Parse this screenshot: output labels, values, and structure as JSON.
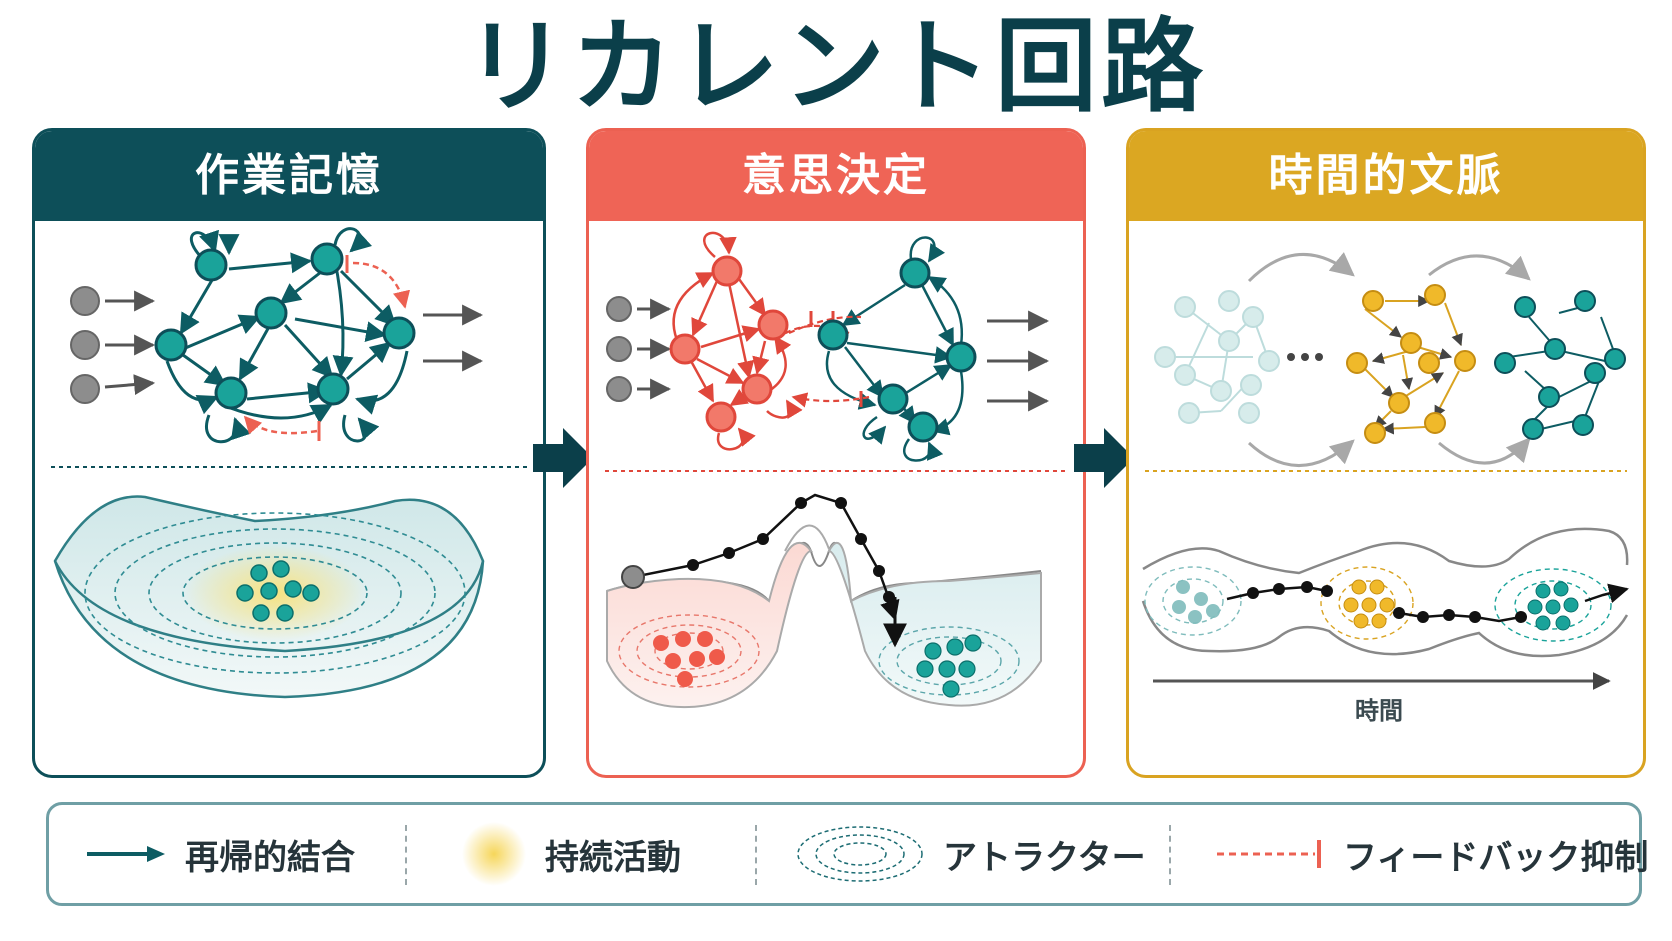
{
  "title": "リカレント回路",
  "panels": [
    {
      "heading": "作業記憶"
    },
    {
      "heading": "意思決定"
    },
    {
      "heading": "時間的文脈",
      "time_axis_label": "時間"
    }
  ],
  "legend": [
    {
      "label": "再帰的結合",
      "icon": "arrow-icon"
    },
    {
      "label": "持続活動",
      "icon": "glow-icon"
    },
    {
      "label": "アトラクター",
      "icon": "contour-icon"
    },
    {
      "label": "フィードバック抑制",
      "icon": "inhibition-icon"
    }
  ],
  "colors": {
    "teal": "#1aa39a",
    "dark_teal": "#0d4f59",
    "coral": "#ef6456",
    "gold": "#dba722",
    "gray_input": "#8d8d8d"
  }
}
